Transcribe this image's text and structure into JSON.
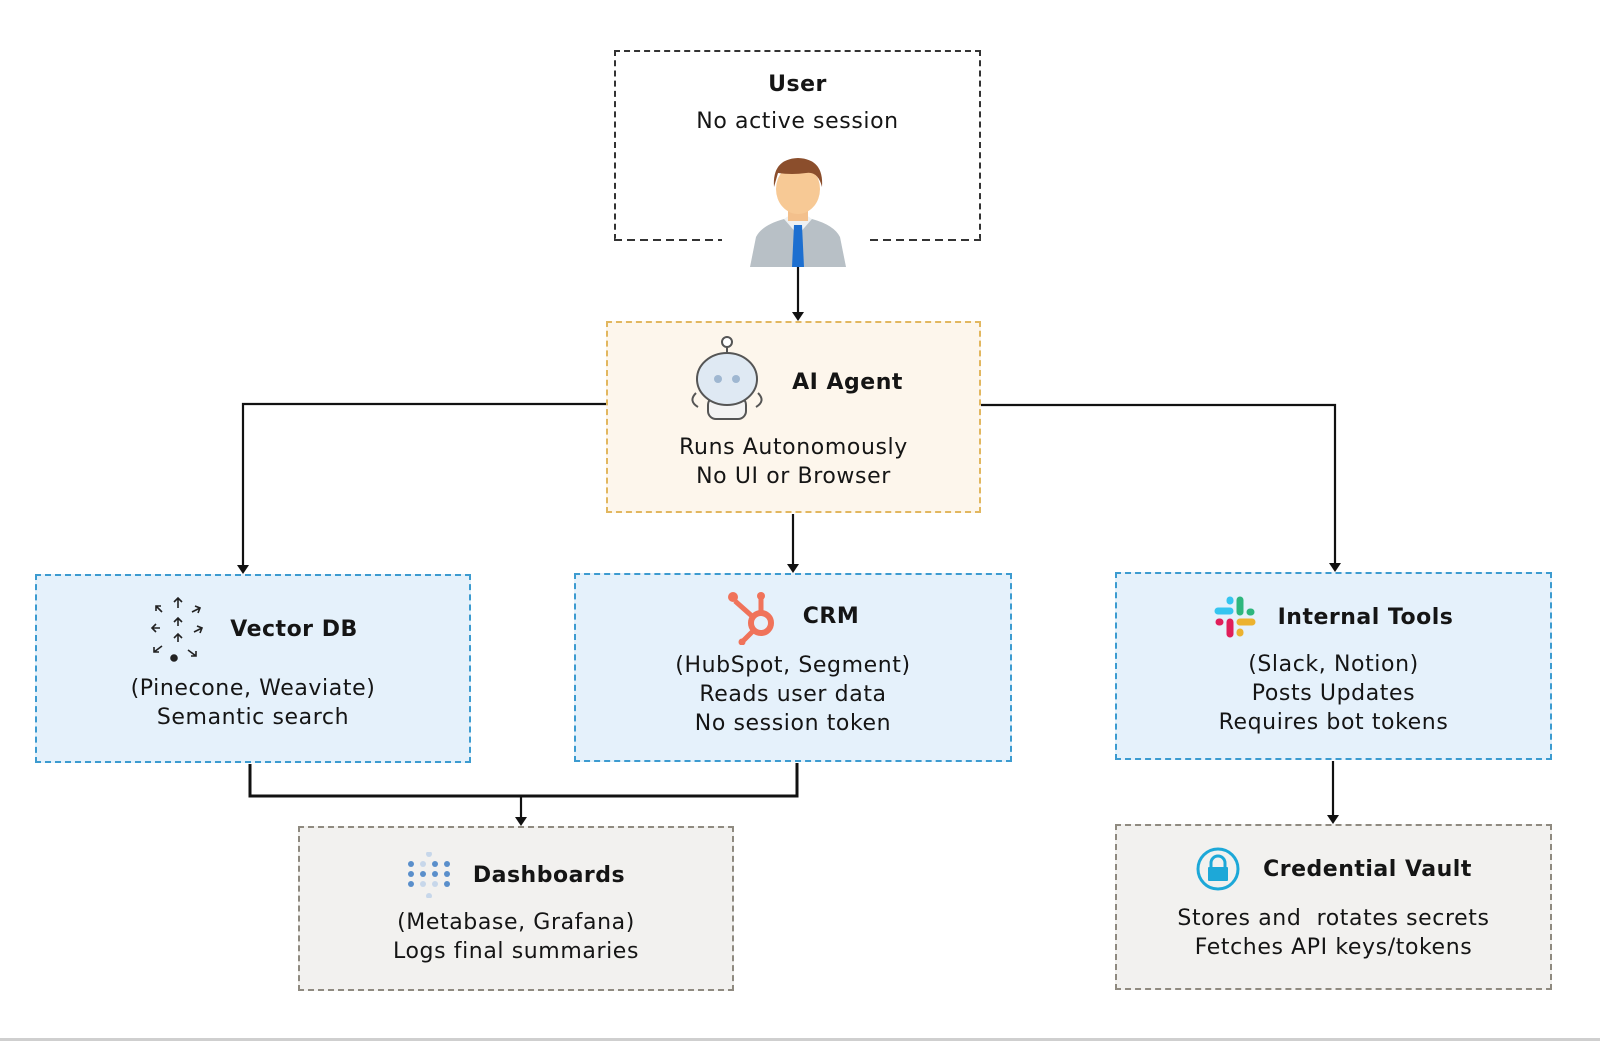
{
  "nodes": {
    "user": {
      "title": "User",
      "lines": [
        "No active session"
      ],
      "icon": "user-avatar-icon"
    },
    "agent": {
      "title": "AI Agent",
      "lines": [
        "Runs Autonomously",
        "No UI or Browser"
      ],
      "icon": "robot-icon"
    },
    "vector_db": {
      "title": "Vector DB",
      "lines": [
        "(Pinecone, Weaviate)",
        "Semantic search"
      ],
      "icon": "vector-arrows-icon"
    },
    "crm": {
      "title": "CRM",
      "lines": [
        "(HubSpot, Segment)",
        "Reads user data",
        "No session token"
      ],
      "icon": "hubspot-icon"
    },
    "internal_tools": {
      "title": "Internal Tools",
      "lines": [
        "(Slack, Notion)",
        "Posts Updates",
        "Requires bot tokens"
      ],
      "icon": "slack-icon"
    },
    "dashboards": {
      "title": "Dashboards",
      "lines": [
        "(Metabase, Grafana)",
        "Logs final summaries"
      ],
      "icon": "metabase-icon"
    },
    "vault": {
      "title": "Credential Vault",
      "lines": [
        "Stores and  rotates secrets",
        "Fetches API keys/tokens"
      ],
      "icon": "lock-icon"
    }
  },
  "edges": [
    {
      "from": "user",
      "to": "agent"
    },
    {
      "from": "agent",
      "to": "vector_db"
    },
    {
      "from": "agent",
      "to": "crm"
    },
    {
      "from": "agent",
      "to": "internal_tools"
    },
    {
      "from": "vector_db",
      "to": "dashboards"
    },
    {
      "from": "crm",
      "to": "dashboards"
    },
    {
      "from": "internal_tools",
      "to": "vault"
    }
  ],
  "colors": {
    "agent_border": "#e2b75f",
    "service_border": "#3c9bd0",
    "sink_border": "#8f8a80",
    "hubspot": "#f0735a",
    "vault": "#1da8d8"
  }
}
